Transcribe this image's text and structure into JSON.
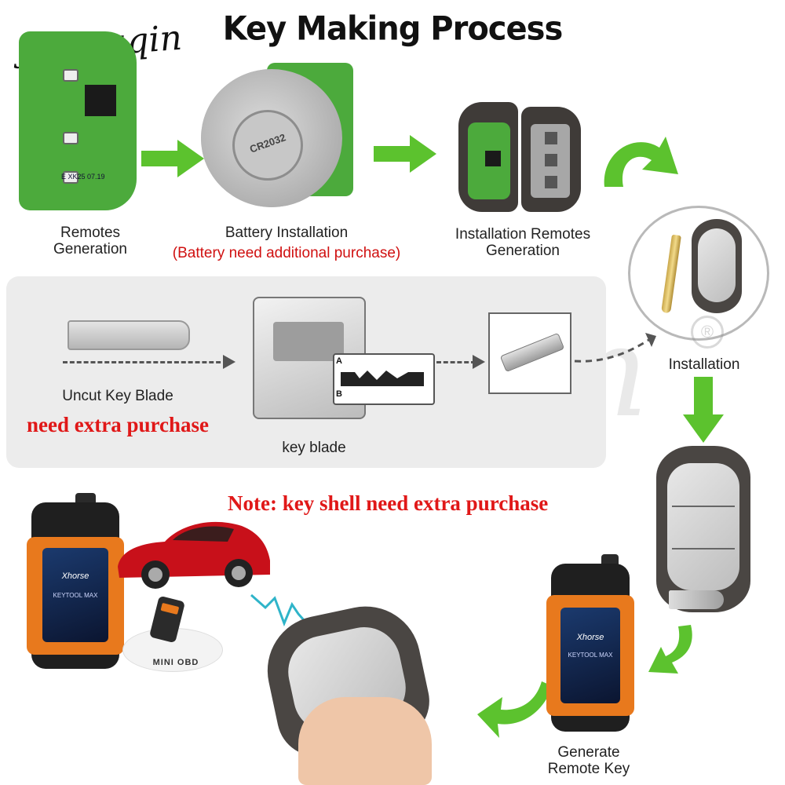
{
  "header": {
    "title": "Key Making Process",
    "brand": "jingyuqin",
    "registered": "®"
  },
  "steps": {
    "remotes_generation": "Remotes Generation",
    "battery_installation": "Battery Installation",
    "battery_note": "(Battery need additional purchase)",
    "installation_remotes": "Installation Remotes Generation",
    "installation": "Installation",
    "uncut_key_blade": "Uncut Key  Blade",
    "need_extra_purchase": "need extra purchase",
    "key_blade": "key blade",
    "key_shell_note": "Note: key shell need extra purchase",
    "generate_remote_key": "Generate Remote Key"
  },
  "labels": {
    "pcb_print": "E XK25 07.19",
    "battery_print": "CR2032",
    "mini_obd": "MINI OBD",
    "tool_brand": "Xhorse",
    "tool_model": "KEYTOOL MAX",
    "blade_a": "A",
    "blade_b": "B"
  },
  "colors": {
    "arrow_green": "#5cc22e",
    "pcb_green": "#4caa3c",
    "tool_orange": "#e8791d",
    "note_red": "#e01818",
    "car_red": "#c8101a"
  },
  "icons": [
    "green-arrow-icon",
    "signal-wave-icon",
    "registered-icon"
  ]
}
